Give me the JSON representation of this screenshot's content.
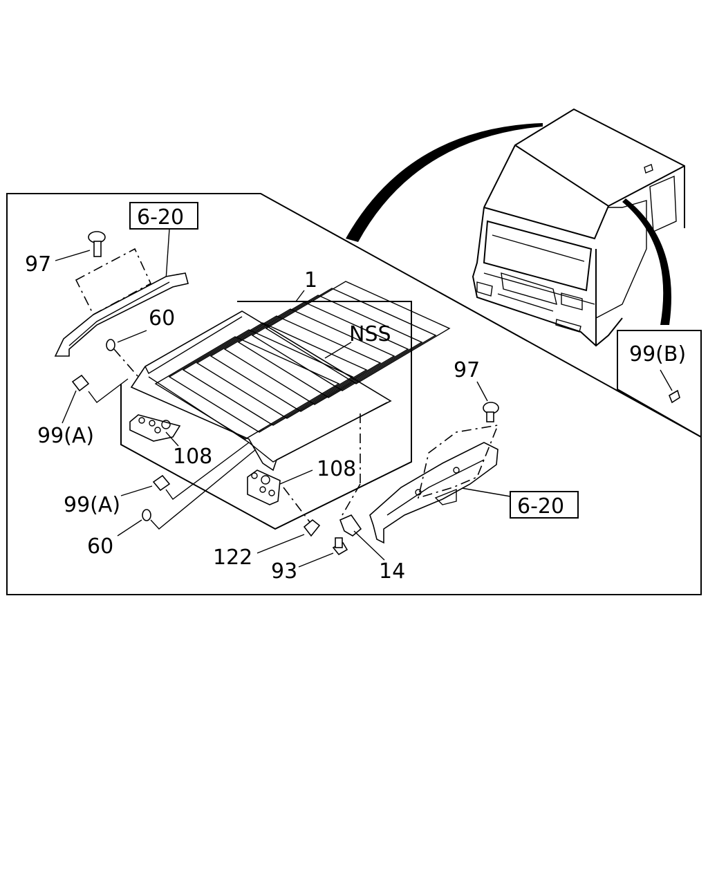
{
  "callouts": {
    "ref_box_top": "6-20",
    "ref_box_right": "6-20",
    "ref_box_inset": "99(B)",
    "bolt_left": "97",
    "bolt_right": "97",
    "roof_panel": "1",
    "roof_note": "NSS",
    "cap_upper": "60",
    "cap_lower": "60",
    "nut_upper": "99(A)",
    "nut_lower": "99(A)",
    "bracket_left": "108",
    "bracket_right": "108",
    "pad": "122",
    "bolt_bottom": "93",
    "clip": "14"
  }
}
